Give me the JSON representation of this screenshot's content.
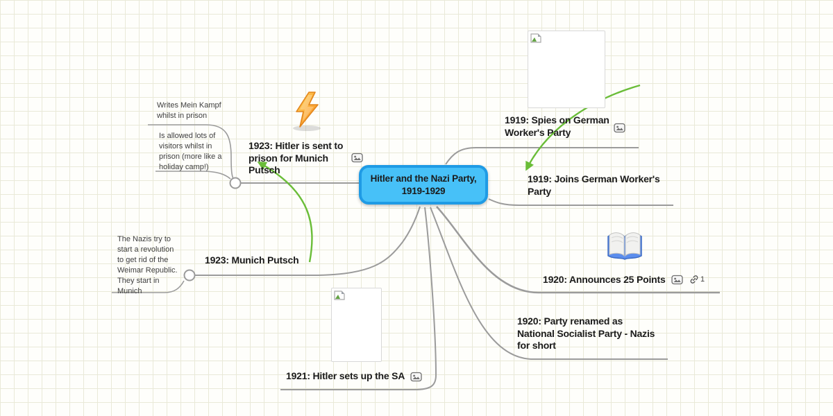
{
  "app": {
    "type": "mind-map"
  },
  "colors": {
    "background": "#fefefb",
    "grid_line": "#e9e9d8",
    "root_fill": "#47c1f8",
    "root_border": "#1f9be5",
    "branch_line": "#9b9b9b",
    "arrow_green": "#6abd38",
    "text": "#1b1b1b"
  },
  "root": {
    "label": "Hitler and the Nazi Party,\n1919-1929"
  },
  "nodes": {
    "spies": {
      "label": "1919: Spies on German\nWorker's Party",
      "icons": [
        "image-attachment"
      ],
      "has_image": true
    },
    "joins": {
      "label": "1919: Joins German Worker's\nParty"
    },
    "announces": {
      "label": "1920: Announces 25 Points",
      "icons": [
        "image-attachment",
        "link"
      ],
      "link_count": "1",
      "emoji": "open-book"
    },
    "renamed": {
      "label": "1920: Party renamed as\nNational Socialist Party - Nazis\nfor short"
    },
    "sa": {
      "label": "1921: Hitler sets up the SA",
      "icons": [
        "image-attachment"
      ],
      "has_image": true
    },
    "munich": {
      "label": "1923: Munich Putsch"
    },
    "prison": {
      "label": "1923: Hitler is sent to\nprison for Munich\nPutsch",
      "icons": [
        "image-attachment"
      ],
      "emoji": "lightning-bolt"
    }
  },
  "notes": {
    "mein_kampf": {
      "text": "Writes Mein Kampf\nwhilst in prison"
    },
    "visitors": {
      "text": "Is allowed lots of\nvisitors whilst in\nprison (more like a\nholiday camp!)"
    },
    "revolution": {
      "text": "The Nazis try to\nstart a revolution\nto get rid of the\nWeimar Republic.\n They start in\nMunich"
    }
  }
}
